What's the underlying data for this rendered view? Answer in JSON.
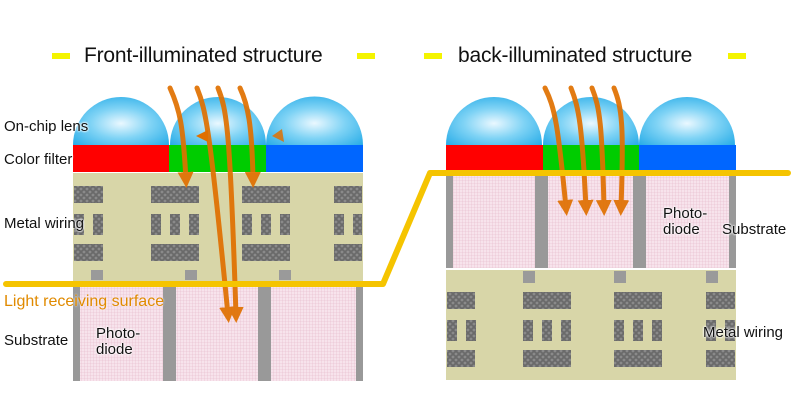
{
  "diagram": {
    "front": {
      "title": "Front-illuminated structure",
      "labels": {
        "lens": "On-chip lens",
        "filter": "Color filter",
        "wiring": "Metal wiring",
        "surface": "Light receiving surface",
        "substrate": "Substrate",
        "photodiode_line1": "Photo-",
        "photodiode_line2": "diode"
      }
    },
    "back": {
      "title": "back-illuminated structure",
      "labels": {
        "photodiode_line1": "Photo-",
        "photodiode_line2": "diode",
        "substrate": "Substrate",
        "wiring": "Metal wiring"
      }
    },
    "colors": {
      "red_filter": "#ff0000",
      "green_filter": "#00cc00",
      "blue_filter": "#0066ff",
      "lens": "#33bbee",
      "wiring_layer": "#d8d6a8",
      "metal": "#6b6b6b",
      "substrate": "#f4dbe6",
      "separator": "#999999",
      "surface_line": "#f5c400",
      "light_arrow": "#e07000"
    }
  }
}
